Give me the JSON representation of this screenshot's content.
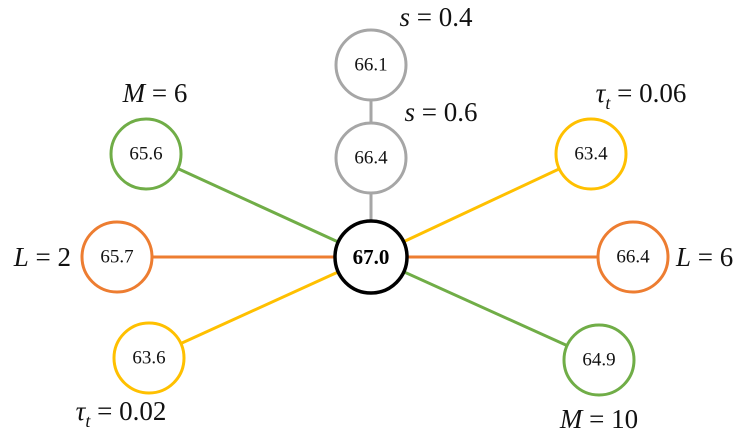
{
  "colors": {
    "gray": "#a6a6a6",
    "green": "#70ad47",
    "orange": "#ed7d31",
    "yellow": "#ffc000",
    "black": "#000000"
  },
  "center": {
    "value": "67.0"
  },
  "nodes": [
    {
      "id": "s-0-4",
      "value": "66.1",
      "color": "gray",
      "label_var": "s",
      "label_sub": "",
      "label_rest": " = 0.4"
    },
    {
      "id": "s-0-6",
      "value": "66.4",
      "color": "gray",
      "label_var": "s",
      "label_sub": "",
      "label_rest": " = 0.6"
    },
    {
      "id": "m-6",
      "value": "65.6",
      "color": "green",
      "label_var": "M",
      "label_sub": "",
      "label_rest": " = 6"
    },
    {
      "id": "m-10",
      "value": "64.9",
      "color": "green",
      "label_var": "M",
      "label_sub": "",
      "label_rest": " = 10"
    },
    {
      "id": "l-2",
      "value": "65.7",
      "color": "orange",
      "label_var": "L",
      "label_sub": "",
      "label_rest": " = 2"
    },
    {
      "id": "l-6",
      "value": "66.4",
      "color": "orange",
      "label_var": "L",
      "label_sub": "",
      "label_rest": " = 6"
    },
    {
      "id": "tau-0-06",
      "value": "63.4",
      "color": "yellow",
      "label_var": "τ",
      "label_sub": "t",
      "label_rest": " = 0.06"
    },
    {
      "id": "tau-0-02",
      "value": "63.6",
      "color": "yellow",
      "label_var": "τ",
      "label_sub": "t",
      "label_rest": " = 0.02"
    }
  ],
  "edges": [
    {
      "from": "center",
      "to": "s-0-6",
      "color": "gray"
    },
    {
      "from": "s-0-6",
      "to": "s-0-4",
      "color": "gray"
    },
    {
      "from": "center",
      "to": "m-6",
      "color": "green"
    },
    {
      "from": "center",
      "to": "m-10",
      "color": "green"
    },
    {
      "from": "center",
      "to": "l-2",
      "color": "orange"
    },
    {
      "from": "center",
      "to": "l-6",
      "color": "orange"
    },
    {
      "from": "center",
      "to": "tau-0-06",
      "color": "yellow"
    },
    {
      "from": "center",
      "to": "tau-0-02",
      "color": "yellow"
    }
  ]
}
